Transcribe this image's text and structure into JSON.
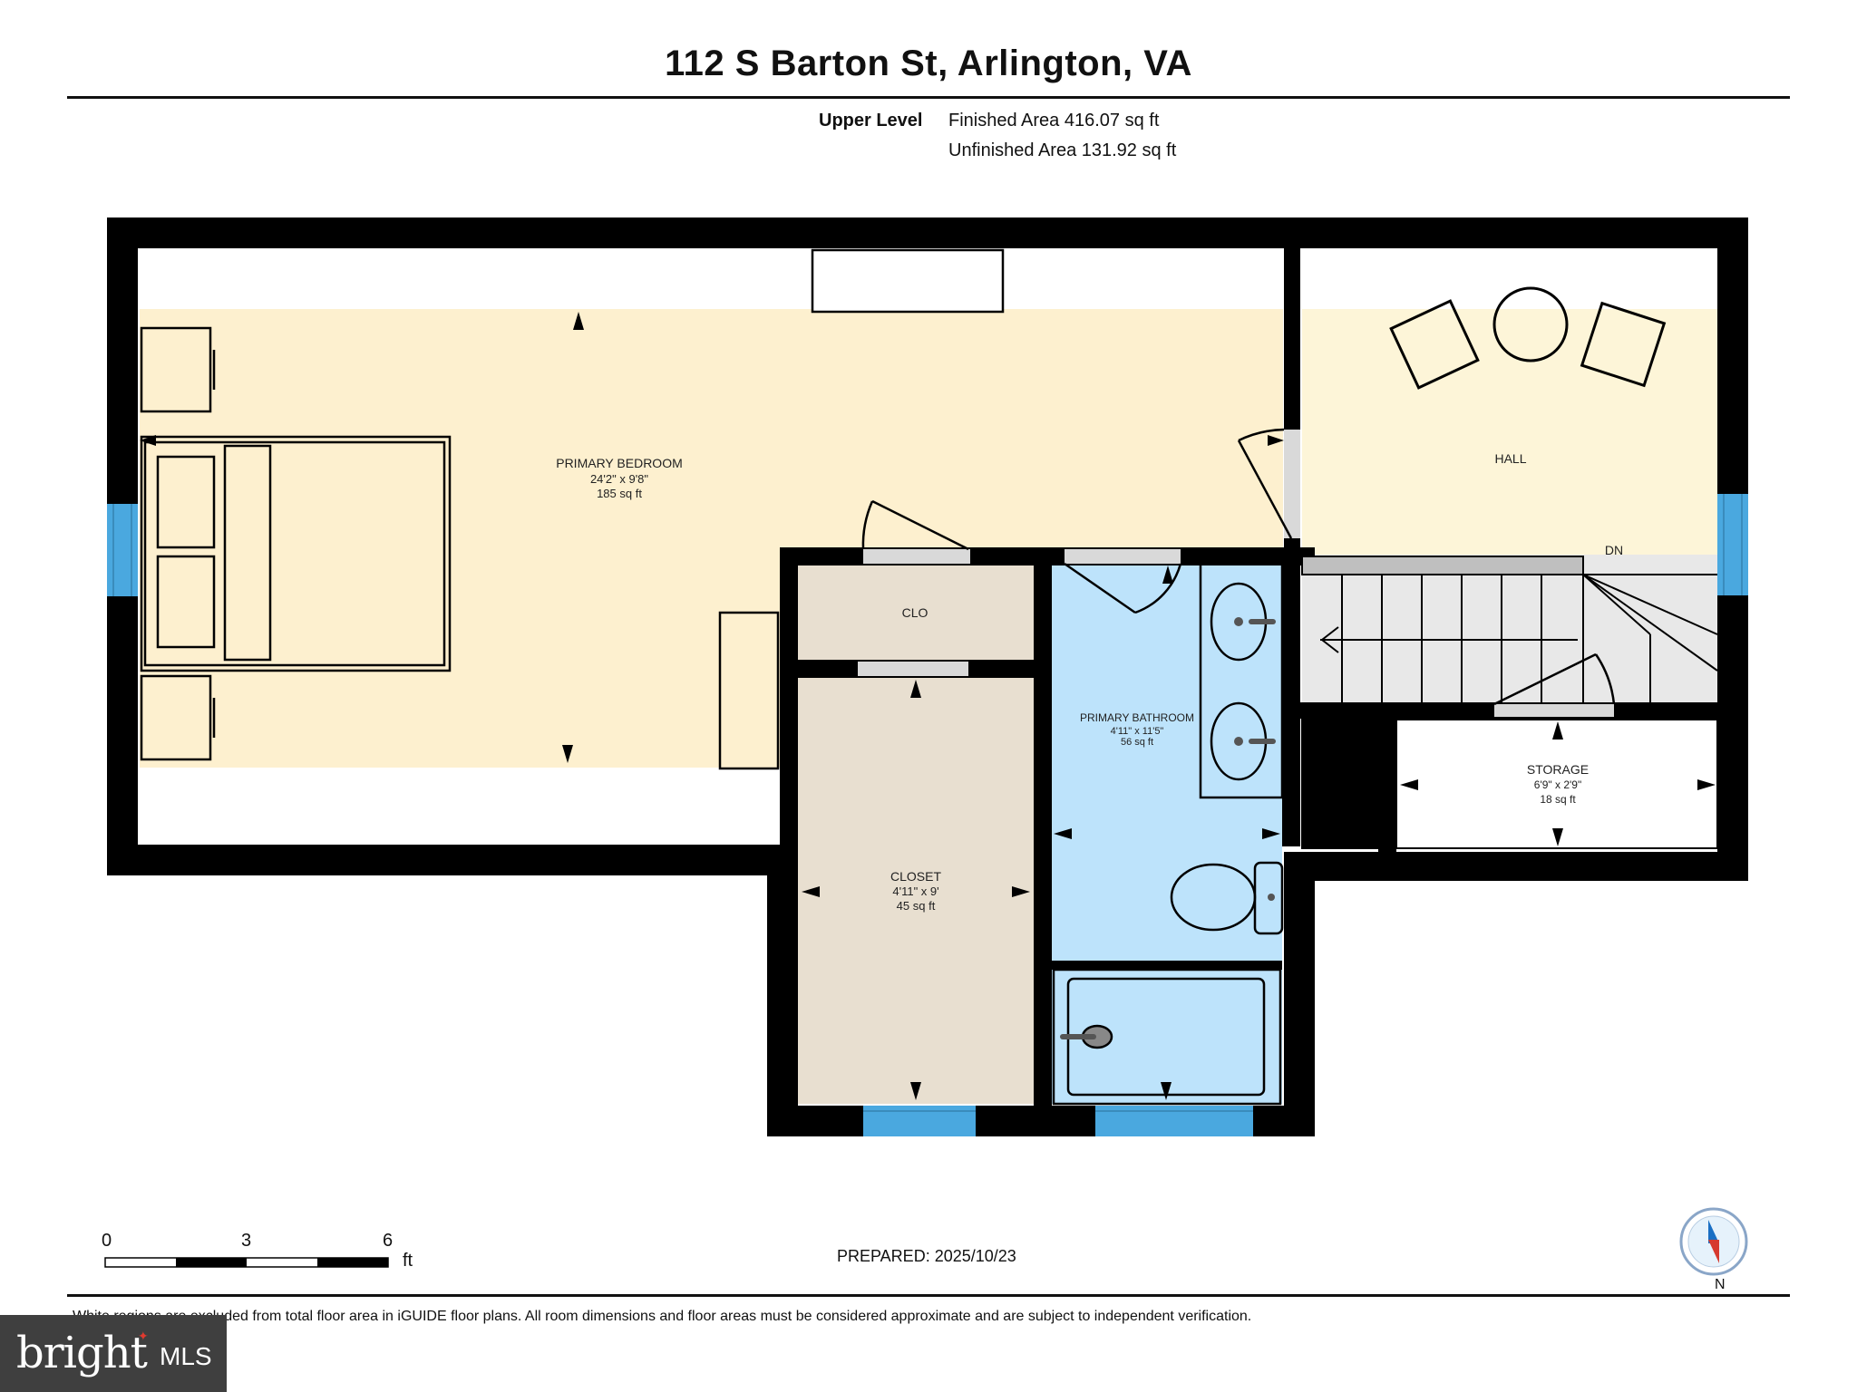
{
  "title": "112 S Barton St, Arlington, VA",
  "level": {
    "name": "Upper Level",
    "finished": "Finished Area 416.07 sq ft",
    "unfinished": "Unfinished Area 131.92 sq ft"
  },
  "rooms": {
    "primary_bedroom": {
      "name": "PRIMARY BEDROOM",
      "dims": "24'2\" x 9'8\"",
      "area": "185 sq ft"
    },
    "hall": {
      "name": "HALL"
    },
    "stairs": {
      "label": "DN"
    },
    "clo": {
      "name": "CLO"
    },
    "closet": {
      "name": "CLOSET",
      "dims": "4'11\" x 9'",
      "area": "45 sq ft"
    },
    "primary_bathroom": {
      "name": "PRIMARY BATHROOM",
      "dims": "4'11\" x 11'5\"",
      "area": "56 sq ft"
    },
    "storage": {
      "name": "STORAGE",
      "dims": "6'9\" x 2'9\"",
      "area": "18 sq ft"
    }
  },
  "scale": {
    "ticks": [
      "0",
      "3",
      "6"
    ],
    "unit": "ft"
  },
  "compass": {
    "label": "N"
  },
  "prepared": "PREPARED: 2025/10/23",
  "disclaimer": "White regions are excluded from total floor area in iGUIDE floor plans. All room dimensions and floor areas must be considered approximate and are subject to independent verification.",
  "logo": {
    "brand": "bright",
    "suffix": "MLS"
  },
  "colors": {
    "wall": "#000000",
    "bedroom": "#fdf0cf",
    "hall": "#fdf5d8",
    "closet": "#e8dfd0",
    "bathroom": "#bde3fb",
    "window": "#4aa8df",
    "stairs": "#e8e8e8"
  }
}
